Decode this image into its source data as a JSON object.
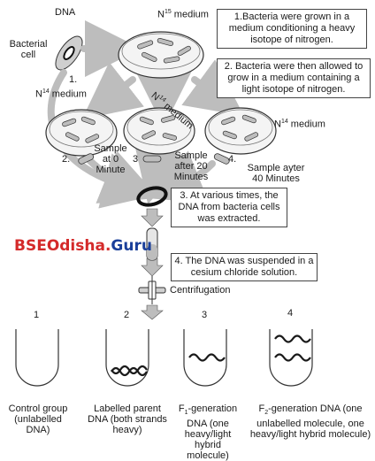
{
  "labels": {
    "dna": "DNA",
    "bacterial_cell": "Bacterial cell",
    "step1": "1.",
    "n15_medium": "N15 medium",
    "n14_medium_left": "N14 medium",
    "n14_medium_mid": "N14 medium",
    "n14_medium_right": "N14 medium",
    "step2": "2.",
    "sample_0": "Sample at 0 Minute",
    "step3": "3",
    "sample_20": "Sample after 20 Minutes",
    "step4": "4.",
    "sample_40": "Sample ayter 40 Minutes",
    "centrifugation": "Centrifugation"
  },
  "boxes": {
    "box1": "1.Bacteria were grown in a medium conditioning a heavy isotope of nitrogen.",
    "box2": "2. Bacteria were then allowed to grow in a medium containing a light isotope of nitrogen.",
    "box3": "3. At various times, the DNA from bacteria cells was extracted.",
    "box4": "4. The DNA was suspended in a cesium chloride solution."
  },
  "brand": {
    "part1": "BSEOdisha.",
    "part2": "Guru"
  },
  "tubes": [
    {
      "num": "1",
      "caption": "Control group (unlabelled DNA)"
    },
    {
      "num": "2",
      "caption": "Labelled parent DNA (both strands heavy)"
    },
    {
      "num": "3",
      "caption": "F1-generation DNA (one heavy/light hybrid molecule)"
    },
    {
      "num": "4",
      "caption": "F2-generation DNA (one unlabelled molecule, one heavy/light hybrid molecule)"
    }
  ],
  "colors": {
    "arrow": "#bdbdbd",
    "dish": "#f4f4f4",
    "band": "#1a1a1a"
  }
}
